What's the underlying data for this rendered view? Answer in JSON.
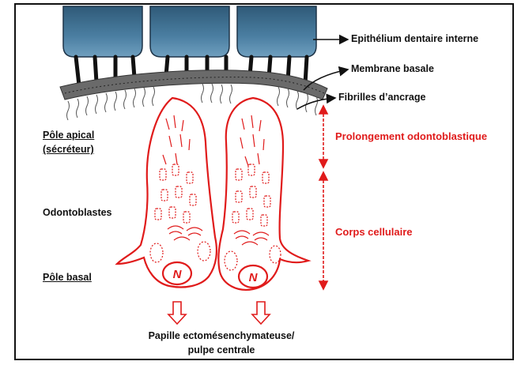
{
  "labels": {
    "epithelium": "Epithélium dentaire interne",
    "membrane": "Membrane basale",
    "fibrilles": "Fibrilles d’ancrage",
    "pole_apical_1": "Pôle apical",
    "pole_apical_2": "(sécréteur)",
    "odontoblastes": "Odontoblastes",
    "pole_basal": "Pôle basal",
    "prolongement": "Prolongement odontoblastique",
    "corps": "Corps cellulaire",
    "papille_1": "Papille ectomésenchymateuse/",
    "papille_2": "pulpe centrale"
  },
  "nucleus_letter": "N",
  "colors": {
    "cell_red": "#e01b1b",
    "epithelium_blue": "#3e6e8e",
    "text": "#111111"
  }
}
